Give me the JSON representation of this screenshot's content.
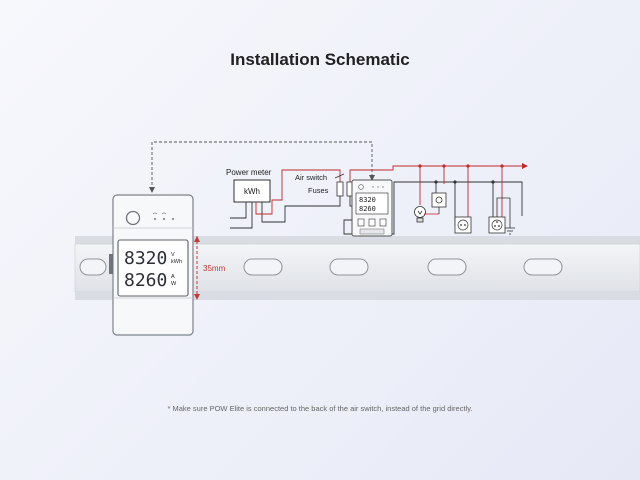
{
  "title": "Installation Schematic",
  "device": {
    "energy_reading": "8320",
    "energy_units": [
      "V",
      "kWh"
    ],
    "power_reading": "8260",
    "power_units": [
      "A",
      "W"
    ],
    "small_energy_reading": "8320",
    "small_power_reading": "8260"
  },
  "labels": {
    "power_meter": "Power meter",
    "kwh": "kWh",
    "air_switch": "Air switch",
    "fuses": "Fuses",
    "rail_height": "35mm"
  },
  "footnote": "* Make sure POW Elite is connected to the back of the air switch, instead of the grid directly.",
  "colors": {
    "wire_red": "#c0282b",
    "wire_dark": "#333333",
    "dimension": "#c23a3a",
    "rail": "#e8eaee"
  }
}
